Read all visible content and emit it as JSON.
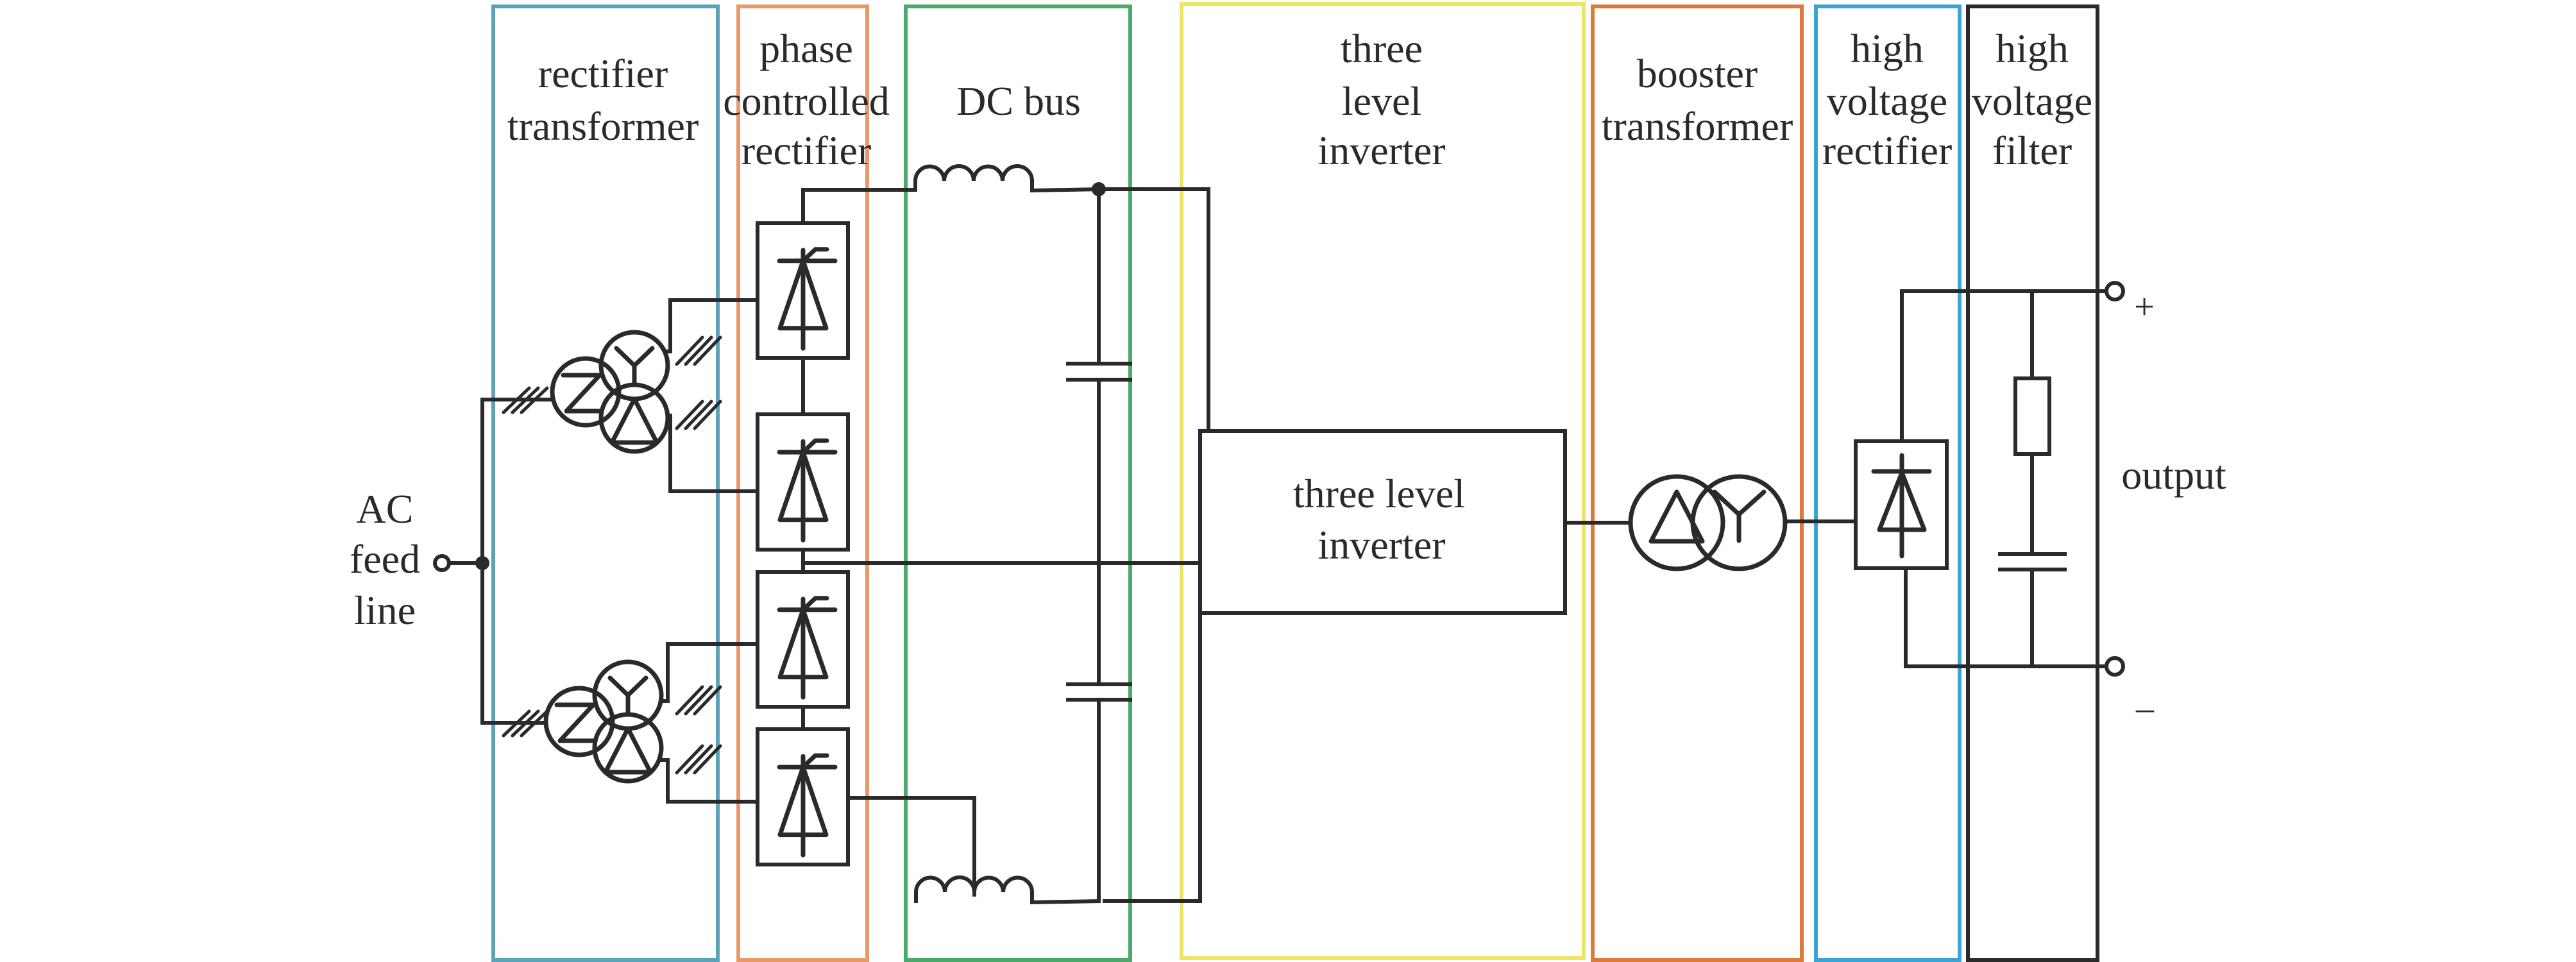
{
  "diagram": {
    "type": "power electronics block diagram",
    "input": {
      "label_lines": [
        "AC",
        "feed",
        "line"
      ]
    },
    "stages": [
      {
        "id": "rectifier-transformer",
        "label_lines": [
          "rectifier",
          "transformer"
        ],
        "color": "#5ba3b8"
      },
      {
        "id": "phase-controlled-rectifier",
        "label_lines": [
          "phase",
          "controlled",
          "rectifier"
        ],
        "color": "#e8996a"
      },
      {
        "id": "dc-bus",
        "label_lines": [
          "DC bus"
        ],
        "color": "#4baa6a"
      },
      {
        "id": "three-level-inverter",
        "label_lines": [
          "three",
          "level",
          "inverter"
        ],
        "color": "#ede563"
      },
      {
        "id": "booster-transformer",
        "label_lines": [
          "booster",
          "transformer"
        ],
        "color": "#dd7a3a"
      },
      {
        "id": "high-voltage-rectifier",
        "label_lines": [
          "high",
          "voltage",
          "rectifier"
        ],
        "color": "#3aa6d6"
      },
      {
        "id": "high-voltage-filter",
        "label_lines": [
          "high",
          "voltage",
          "filter"
        ],
        "color": "#2a2a2a"
      }
    ],
    "inverter_block": {
      "label_lines": [
        "three level",
        "inverter"
      ]
    },
    "output": {
      "label": "output",
      "positive": "+",
      "negative": "–"
    },
    "components": {
      "input_transformers": [
        {
          "primary": "zigzag",
          "secondaries": [
            "wye",
            "delta"
          ],
          "phases": 3
        },
        {
          "primary": "zigzag",
          "secondaries": [
            "wye",
            "delta"
          ],
          "phases": 3
        }
      ],
      "thyristor_bridges": 4,
      "dc_inductors": 2,
      "dc_capacitors": 2,
      "booster": {
        "primary": "delta",
        "secondary": "wye"
      },
      "hv_rectifier": "diode bridge",
      "hv_filter": [
        "resistor",
        "capacitor"
      ]
    }
  }
}
